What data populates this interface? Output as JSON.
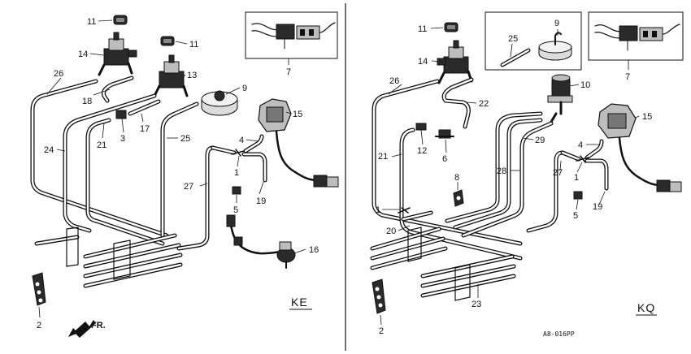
{
  "left_panel": {
    "variant": "KE",
    "callouts": [
      "11",
      "11",
      "14",
      "13",
      "26",
      "18",
      "9",
      "15",
      "7",
      "24",
      "21",
      "3",
      "17",
      "25",
      "4",
      "1",
      "27",
      "19",
      "5",
      "16",
      "2"
    ],
    "direction_label": "FR."
  },
  "right_panel": {
    "variant": "KQ",
    "callouts": [
      "11",
      "14",
      "9",
      "25",
      "7",
      "26",
      "22",
      "10",
      "15",
      "21",
      "12",
      "6",
      "29",
      "4",
      "28",
      "27",
      "1",
      "8",
      "1",
      "20",
      "5",
      "19",
      "23",
      "2"
    ]
  },
  "drawing_code": "A8-016PP",
  "colors": {
    "ink": "#111111",
    "paper": "#ffffff"
  }
}
